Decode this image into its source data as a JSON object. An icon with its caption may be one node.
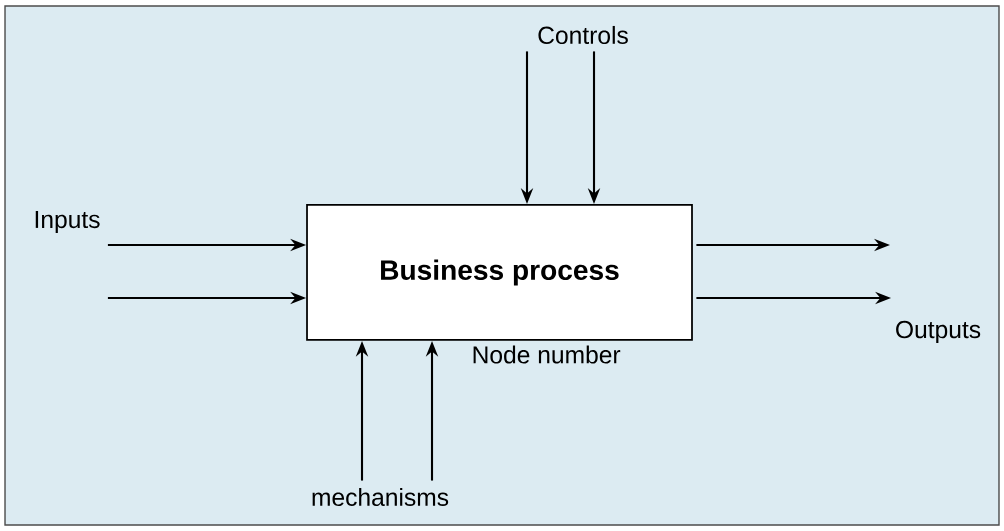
{
  "diagram": {
    "nodes": [
      {
        "text": [
          "Controls"
        ]
      },
      {
        "text": [
          "Inputs"
        ]
      },
      {
        "text": [
          "Business process"
        ],
        "beside": [
          "Node number"
        ]
      },
      {
        "text": [
          "Outputs"
        ]
      },
      {
        "text": [
          "mechanisms"
        ]
      }
    ],
    "edges": [
      {
        "from": 1,
        "to": 2,
        "arrow": "to"
      },
      {
        "from": 1,
        "to": 2,
        "arrow": "to"
      },
      {
        "from": 0,
        "to": 2,
        "arrow": "to"
      },
      {
        "from": 0,
        "to": 2,
        "arrow": "to"
      },
      {
        "from": 2,
        "to": null,
        "arrow": "to"
      },
      {
        "from": 2,
        "to": 3,
        "arrow": "to"
      },
      {
        "from": 4,
        "to": 2,
        "arrow": "to"
      },
      {
        "from": 4,
        "to": 2,
        "arrow": "to"
      }
    ]
  }
}
